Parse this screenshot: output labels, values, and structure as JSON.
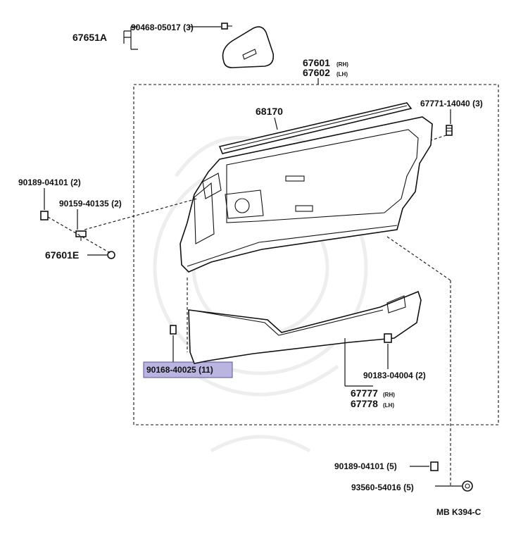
{
  "labels": {
    "cover": "67651A",
    "cover_screw": "90468-05017 (3)",
    "board_rh": "67601",
    "board_rh_side": "(RH)",
    "board_lh": "67602",
    "board_lh_side": "(LH)",
    "weatherstrip": "68170",
    "clip_top": "67771-14040 (3)",
    "nut_left": "90189-04101 (2)",
    "screw_left": "90159-40135 (2)",
    "grommet_left": "67601E",
    "clip_lower": "90168-40025 (11)",
    "nut_pocket": "90183-04004 (2)",
    "pocket_rh": "67777",
    "pocket_rh_side": "(RH)",
    "pocket_lh": "67778",
    "pocket_lh_side": "(LH)",
    "nut_bottom": "90189-04101 (5)",
    "retainer_bottom": "93560-54016 (5)",
    "diagram_code": "MB  K394-C"
  },
  "highlight_color": "#b9b4e0",
  "line_color": "#111111"
}
